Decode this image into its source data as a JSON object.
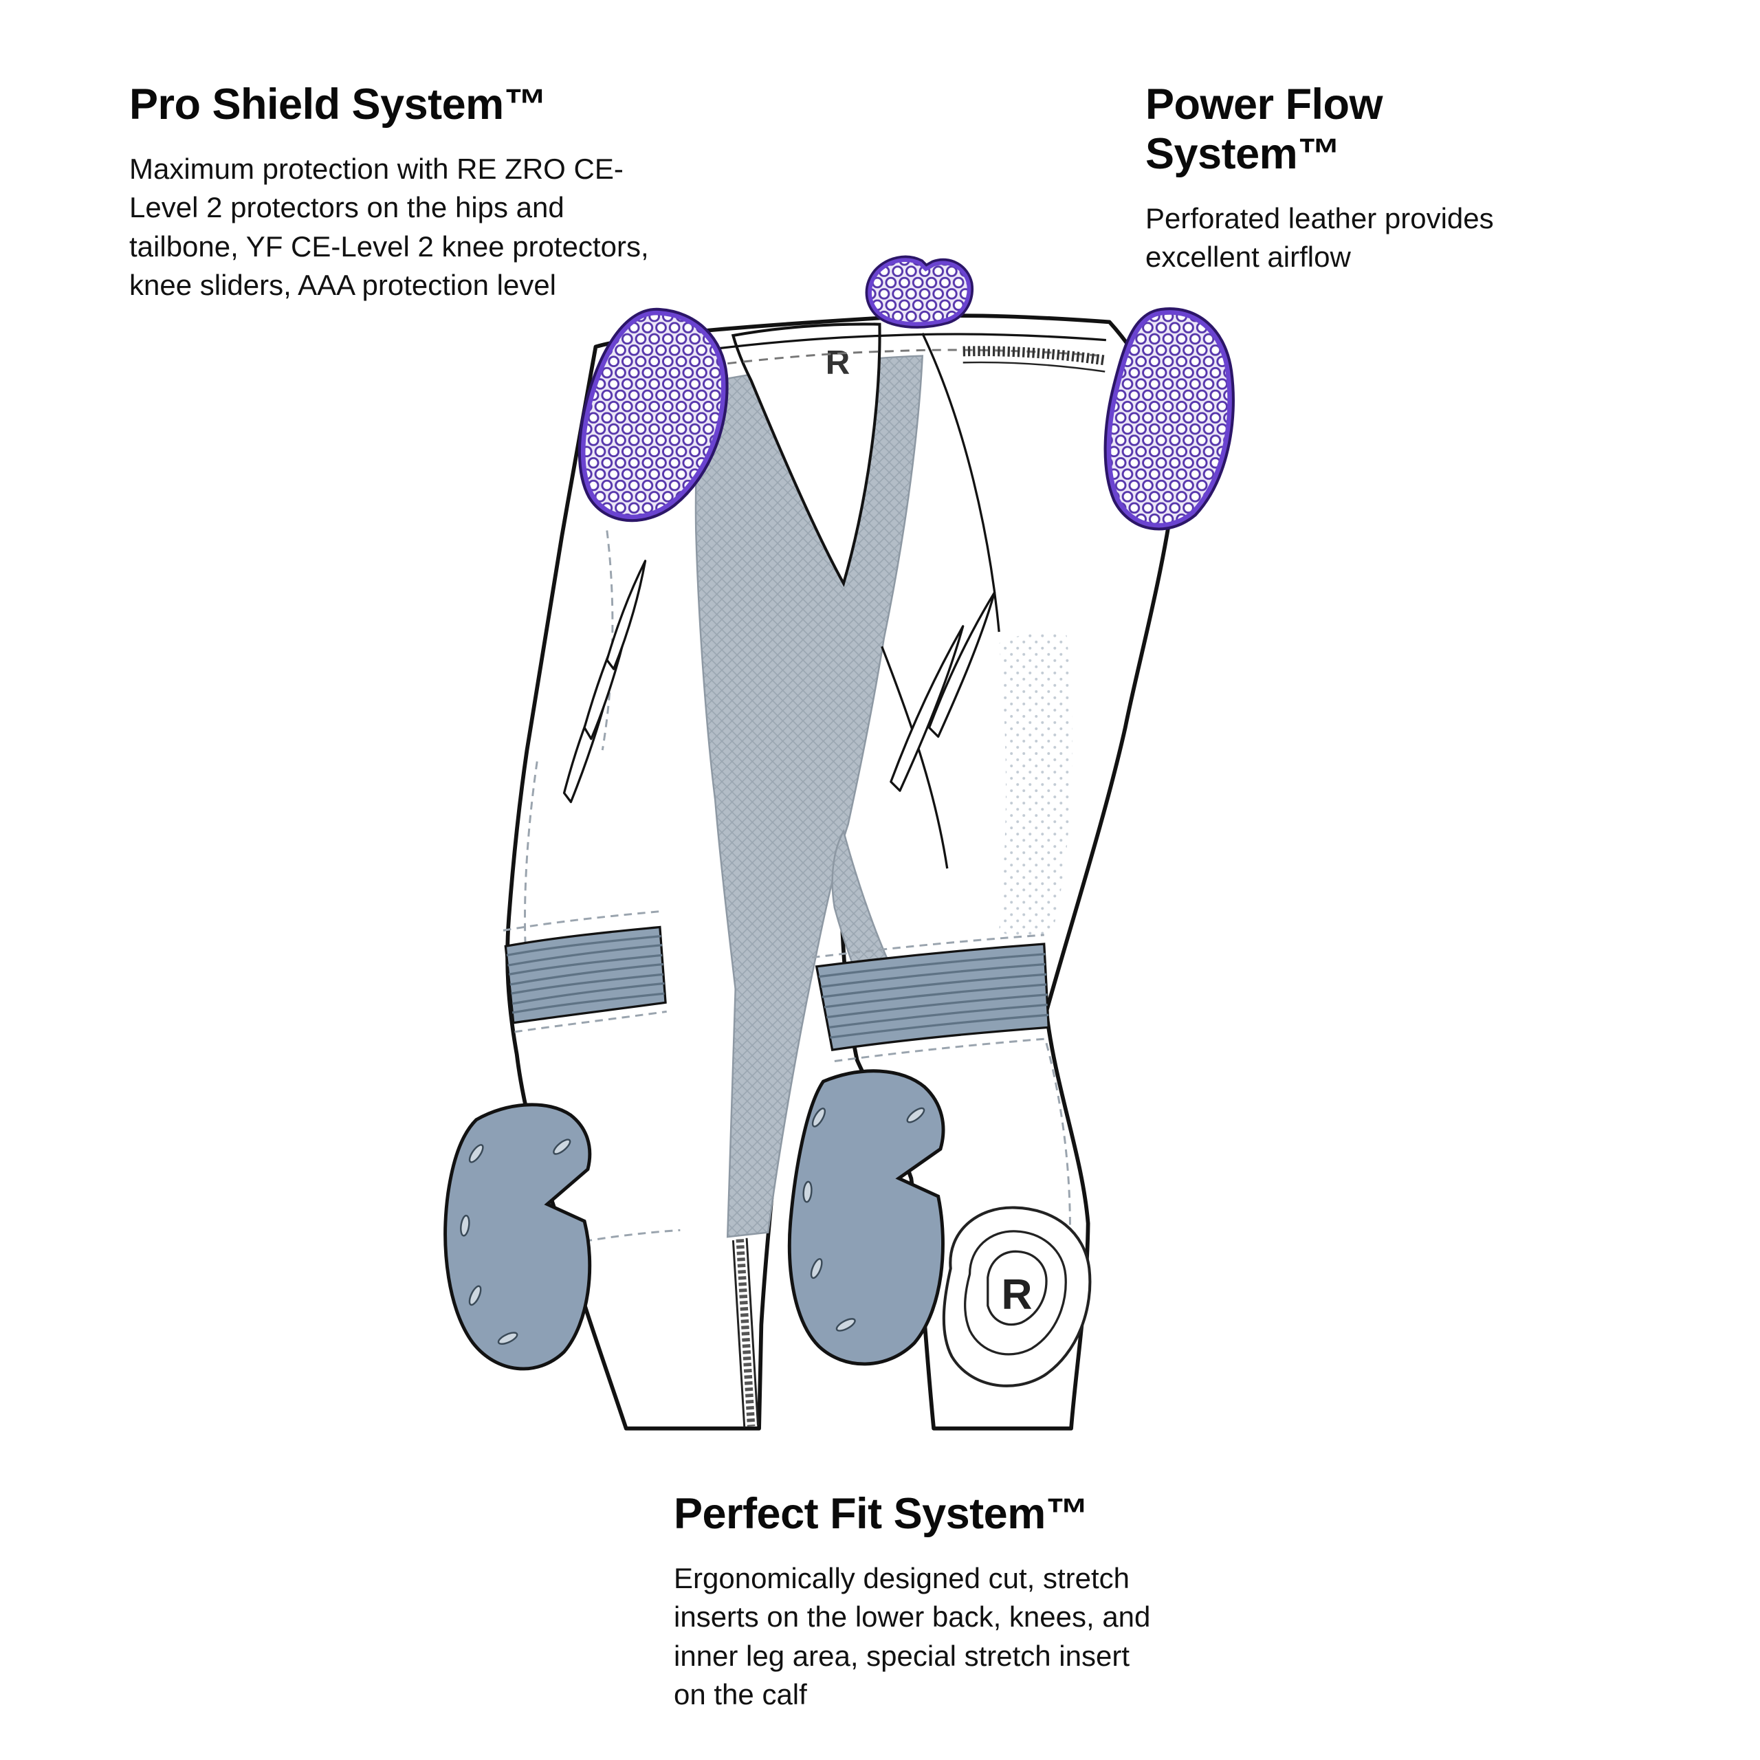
{
  "features": [
    {
      "id": "pro-shield",
      "title": "Pro Shield System™",
      "body": "Maximum protection with RE ZRO CE-Level 2 protectors on the hips and tailbone, YF CE-Level 2 knee protectors, knee sliders, AAA protection level"
    },
    {
      "id": "power-flow",
      "title": "Power Flow System™",
      "body": "Perforated leather provides excellent airflow"
    },
    {
      "id": "perfect-fit",
      "title": "Perfect Fit System™",
      "body": "Ergonomically designed cut, stretch inserts on the lower back, knees, and inner leg area, special stretch insert on the calf"
    }
  ],
  "illustration": {
    "label": "motorcycle-racing-pants-technical-diagram",
    "brand_mark": "R",
    "colors": {
      "outline": "#121212",
      "protector_purple": "#5a35c0",
      "protector_purple_dark": "#2c1668",
      "slider_gray_blue": "#8da0b5",
      "stretch_panel_gray": "#b3bdc7",
      "rib_band_gray": "#8ea1b4",
      "leather_white": "#ffffff"
    }
  }
}
